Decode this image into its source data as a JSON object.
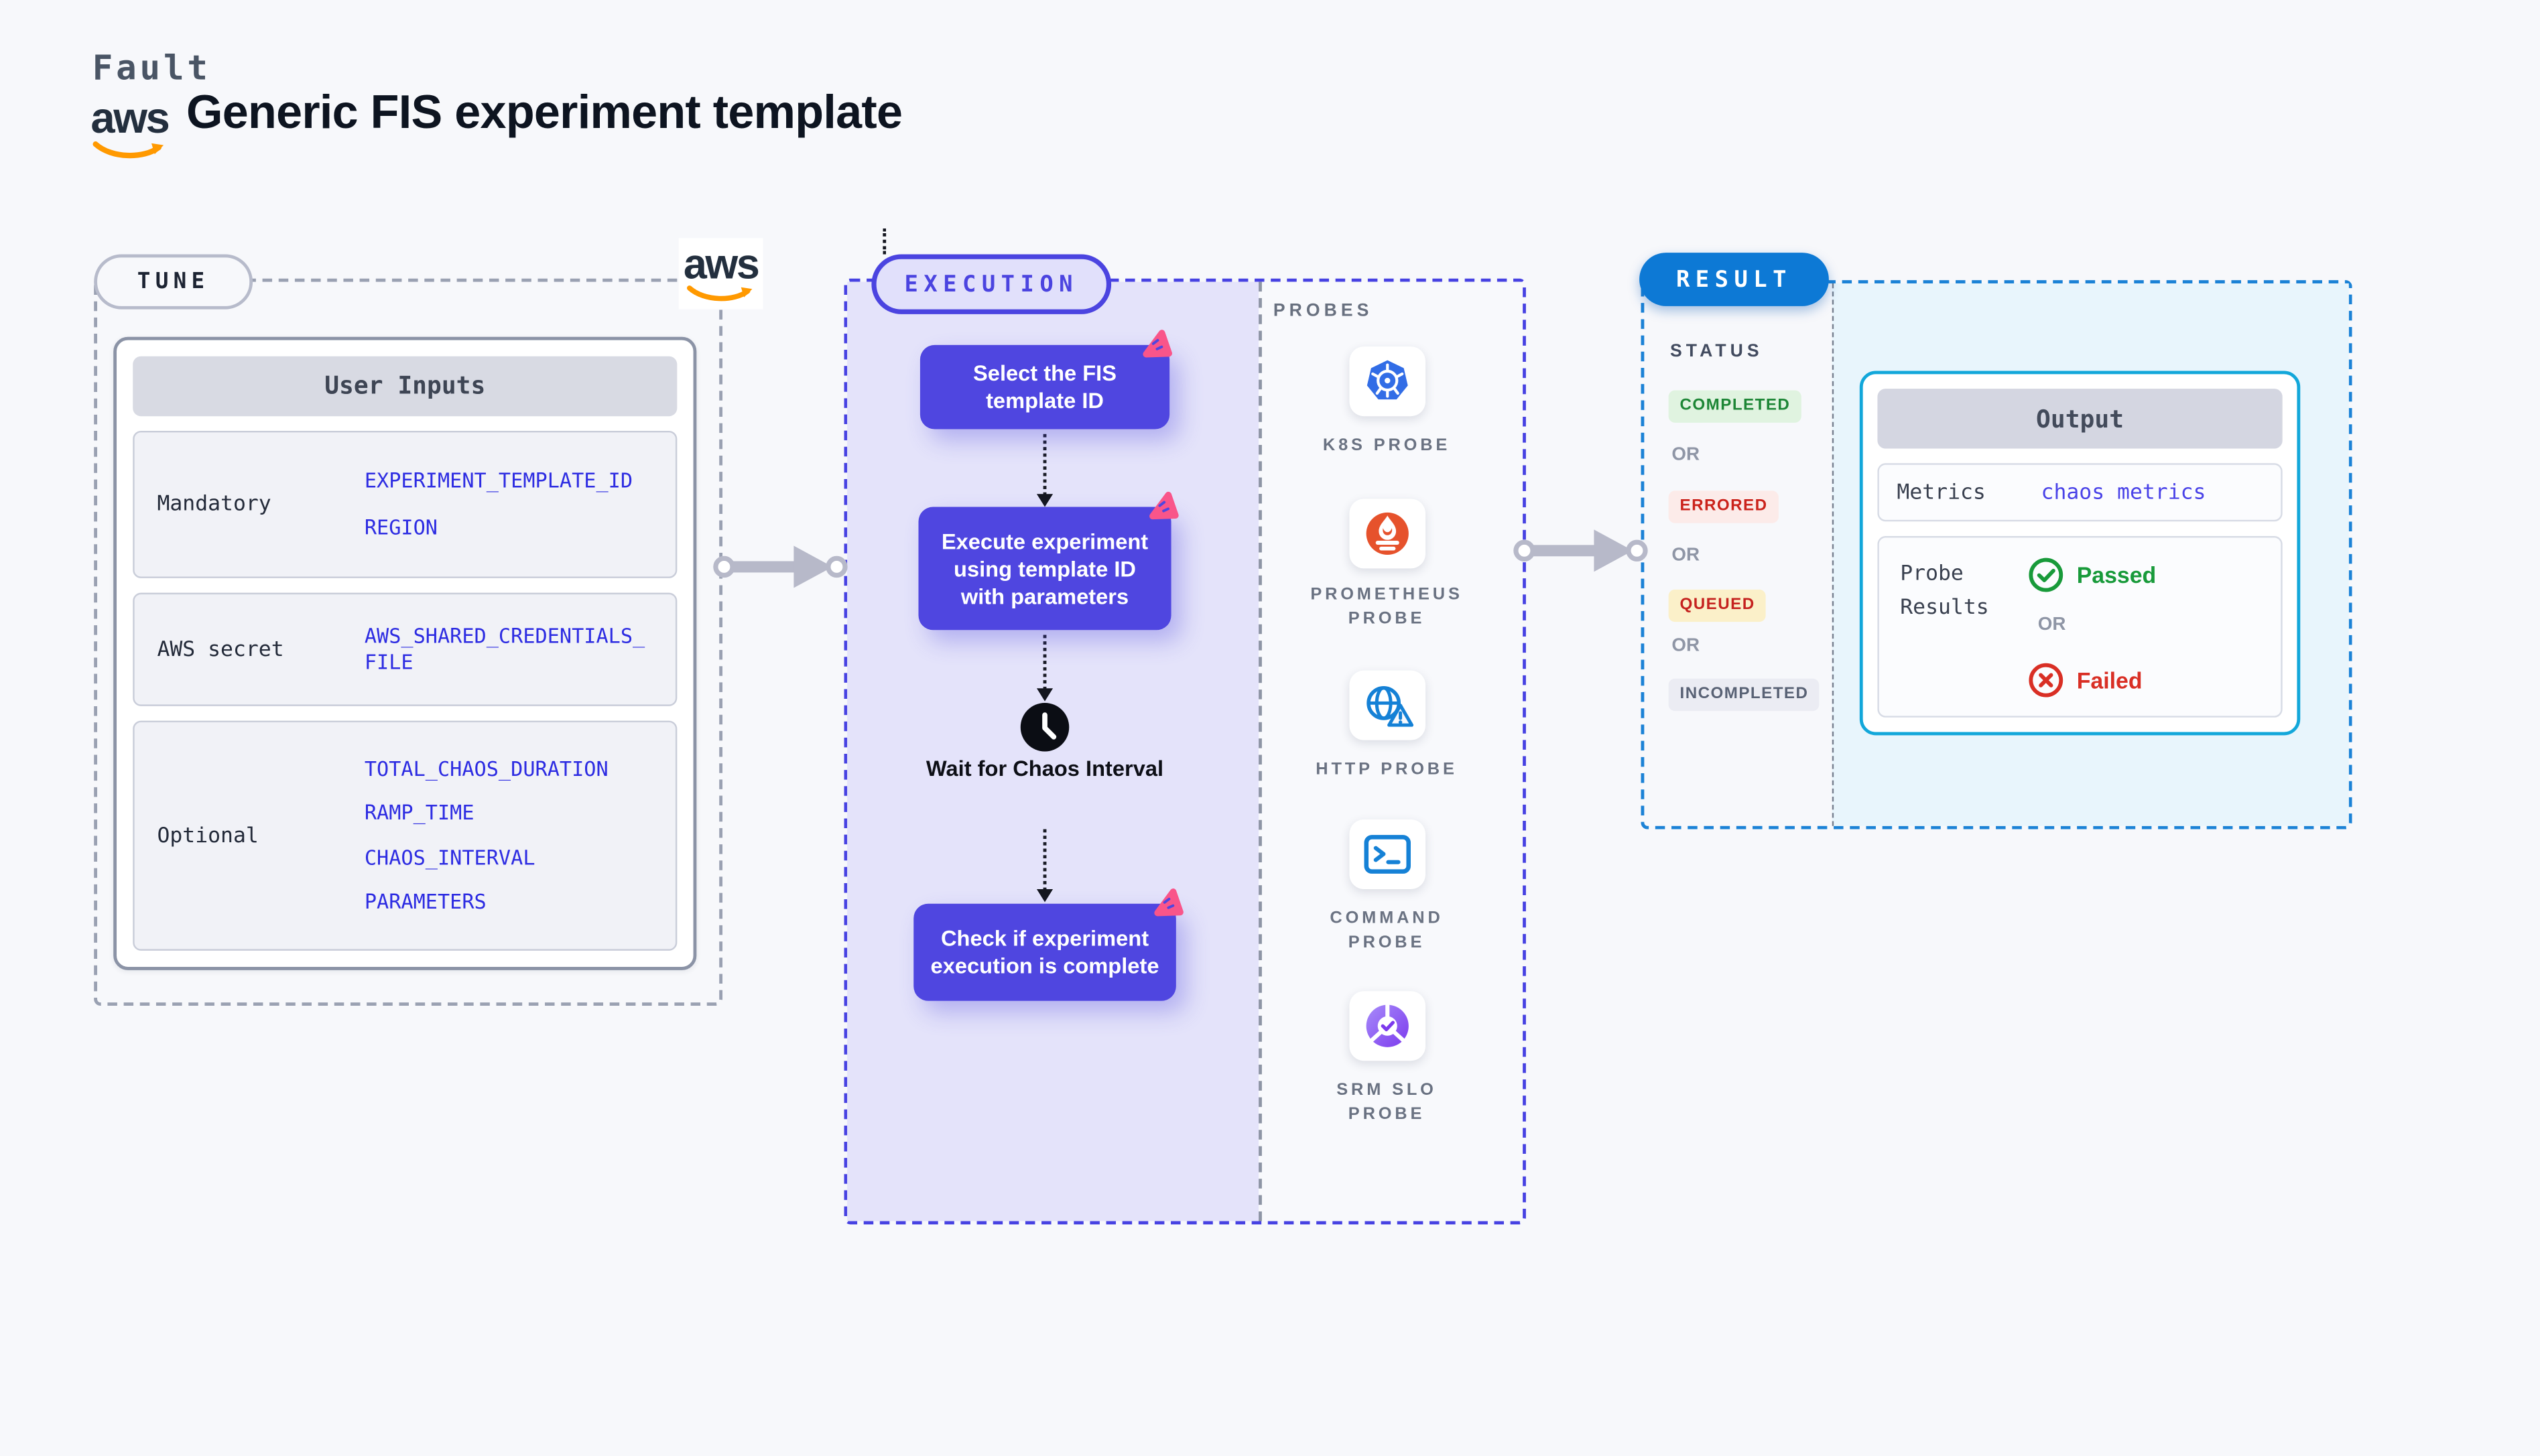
{
  "header": {
    "eyebrow": "Fault",
    "brand": "aws",
    "title": "Generic FIS experiment template"
  },
  "tune": {
    "badge": "TUNE",
    "brand": "aws",
    "table": {
      "header": "User Inputs",
      "rows": [
        {
          "label": "Mandatory",
          "values": [
            "EXPERIMENT_TEMPLATE_ID",
            "REGION"
          ]
        },
        {
          "label": "AWS secret",
          "values": [
            "AWS_SHARED_CREDENTIALS_FILE"
          ]
        },
        {
          "label": "Optional",
          "values": [
            "TOTAL_CHAOS_DURATION",
            "RAMP_TIME",
            "CHAOS_INTERVAL",
            "PARAMETERS"
          ]
        }
      ]
    }
  },
  "execution": {
    "badge": "EXECUTION",
    "steps": {
      "step1": "Select the FIS template ID",
      "step2": "Execute experiment using template ID with parameters",
      "wait": "Wait for Chaos Interval",
      "step3": "Check if experiment execution is complete"
    }
  },
  "probes": {
    "label": "PROBES",
    "items": [
      {
        "label": "K8S PROBE",
        "icon": "kubernetes-icon"
      },
      {
        "label": "PROMETHEUS PROBE",
        "icon": "prometheus-icon"
      },
      {
        "label": "HTTP PROBE",
        "icon": "globe-alert-icon"
      },
      {
        "label": "COMMAND PROBE",
        "icon": "terminal-icon"
      },
      {
        "label": "SRM SLO PROBE",
        "icon": "slo-check-icon"
      }
    ]
  },
  "result": {
    "badge": "RESULT",
    "status": {
      "label": "STATUS",
      "separator": "OR",
      "items": [
        {
          "text": "COMPLETED",
          "fg": "#1d8636",
          "bg": "#e0f3e0"
        },
        {
          "text": "ERRORED",
          "fg": "#cb231c",
          "bg": "#fcebe9"
        },
        {
          "text": "QUEUED",
          "fg": "#c5221f",
          "bg": "#fbf0c9"
        },
        {
          "text": "INCOMPLETED",
          "fg": "#596275",
          "bg": "#ebecf3"
        }
      ]
    },
    "output": {
      "header": "Output",
      "metrics_label": "Metrics",
      "metrics_value": "chaos metrics",
      "probe_label": "Probe Results",
      "passed": "Passed",
      "or": "OR",
      "failed": "Failed"
    }
  },
  "colors": {
    "page_bg": "#f7f8fb",
    "execution_accent": "#4742e2",
    "execution_fill": "#e4e3fa",
    "task_box": "#4f46e0",
    "litmus_pink": "#f9558a",
    "tune_dash": "#9aa1b2",
    "result_accent": "#0d79d5",
    "result_dash": "#1b82d6",
    "result_fill": "#e8f5fc",
    "output_border": "#12a7da",
    "value_blue": "#2d2ce2",
    "metrics_link": "#4a43e8",
    "passed_green": "#189a3a",
    "failed_red": "#d92f25",
    "aws_orange": "#ff9900",
    "aws_navy": "#232f3e",
    "k8s_blue": "#326de6",
    "prometheus_orange": "#e6522c",
    "probe_icon_blue": "#1581d6"
  }
}
